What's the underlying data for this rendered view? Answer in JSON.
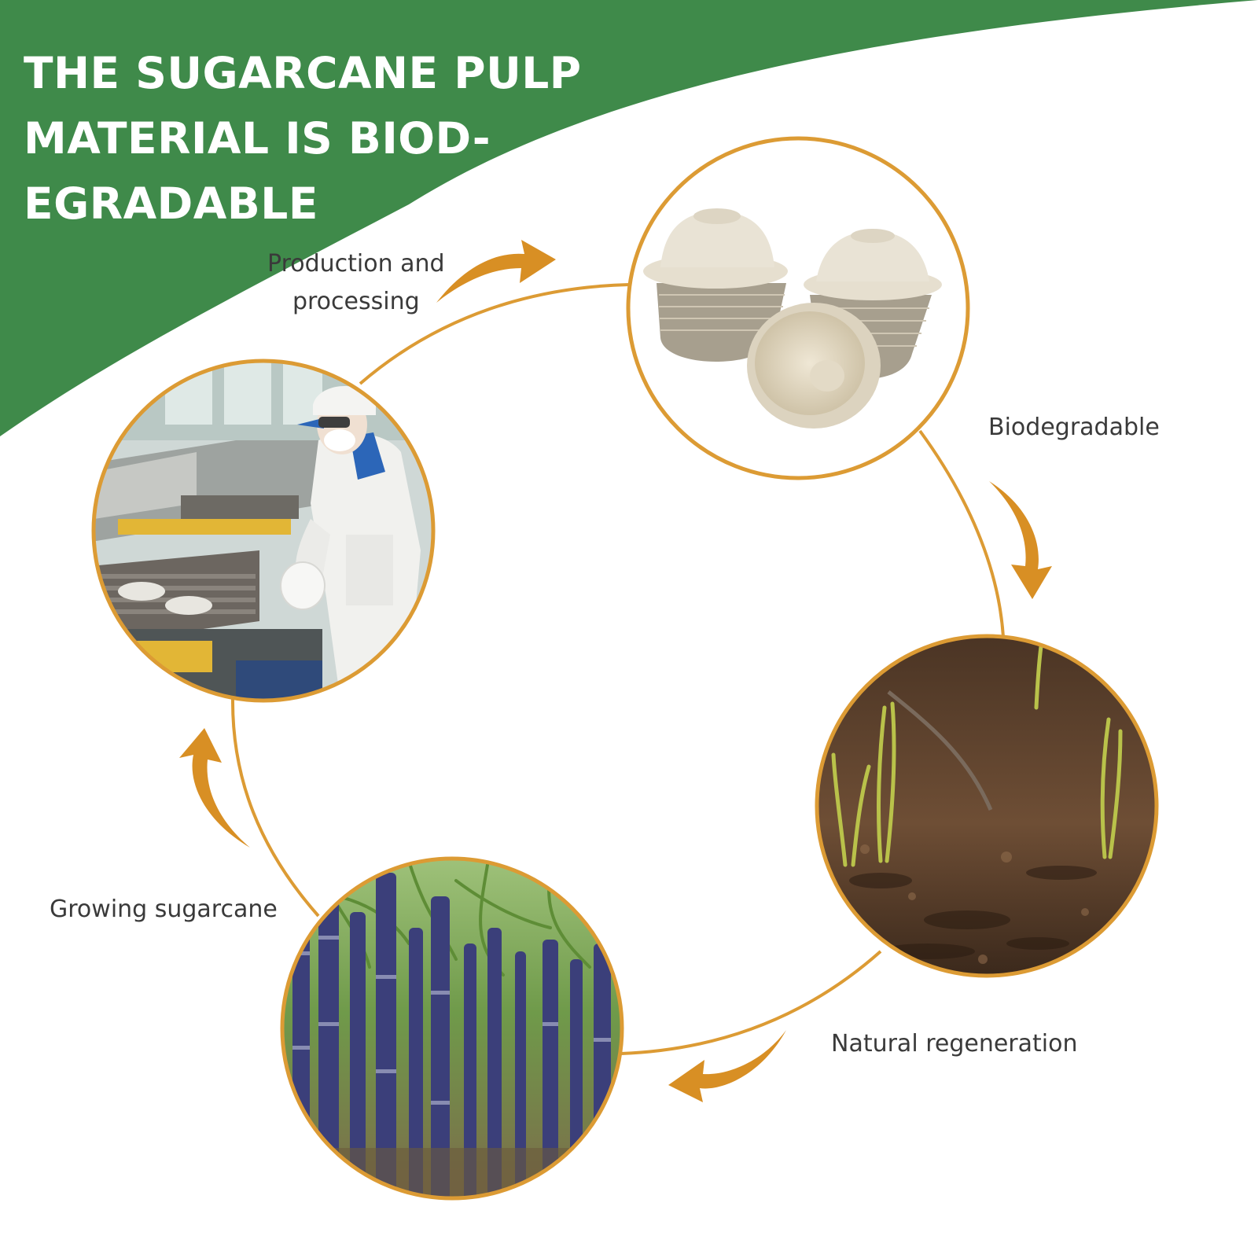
{
  "header": {
    "title_lines": [
      "THE SUGARCANE PULP",
      "MATERIAL IS BIOD-",
      "EGRADABLE"
    ]
  },
  "cycle": {
    "steps": [
      {
        "label_lines": [
          "Production and",
          "processing"
        ],
        "image": "factory-production-line"
      },
      {
        "label_lines": [
          "Biodegradable"
        ],
        "image": "sugarcane-pulp-bowls"
      },
      {
        "label_lines": [
          "Natural regeneration"
        ],
        "image": "soil-seedlings"
      },
      {
        "label_lines": [
          "Growing sugarcane"
        ],
        "image": "sugarcane-field"
      }
    ]
  },
  "colors": {
    "banner_green": "#3f8a4a",
    "ring_orange": "#dc9b34",
    "arrow_orange": "#d88f24",
    "label_text": "#3a3a3a"
  }
}
